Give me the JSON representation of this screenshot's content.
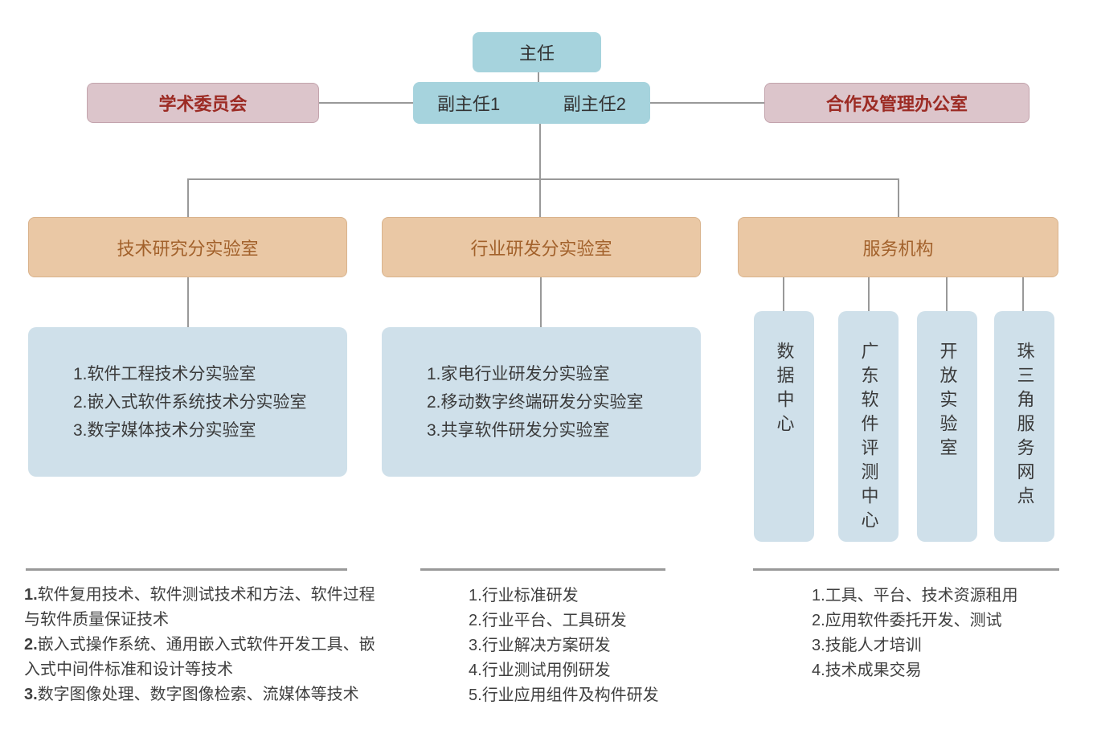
{
  "colors": {
    "header_blue": "#a6d3dd",
    "pink_fill": "#dcc5cb",
    "pink_border": "#c3a4ad",
    "pink_text": "#9c2b24",
    "orange_fill": "#eac8a5",
    "orange_border": "#d9b38c",
    "orange_text": "#a2612b",
    "light_blue_fill": "#cfe0ea",
    "line_gray": "#999999",
    "text_dark": "#3f3f3f"
  },
  "nodes": {
    "director": "主任",
    "deputy_1": "副主任1",
    "deputy_2": "副主任2",
    "academic_committee": "学术委员会",
    "cooperation_office": "合作及管理办公室",
    "tech_lab": "技术研究分实验室",
    "industry_lab": "行业研发分实验室",
    "service_org": "服务机构"
  },
  "tech_sublabs": [
    "1.软件工程技术分实验室",
    "2.嵌入式软件系统技术分实验室",
    "3.数字媒体技术分实验室"
  ],
  "industry_sublabs": [
    "1.家电行业研发分实验室",
    "2.移动数字终端研发分实验室",
    "3.共享软件研发分实验室"
  ],
  "service_units": [
    "数据中心",
    "广东软件评测中心",
    "开放实验室",
    "珠三角服务网点"
  ],
  "footnotes": {
    "tech": [
      {
        "num": "1.",
        "text": "软件复用技术、软件测试技术和方法、软件过程"
      },
      {
        "num": "",
        "text": "与软件质量保证技术"
      },
      {
        "num": "2.",
        "text": "嵌入式操作系统、通用嵌入式软件开发工具、嵌"
      },
      {
        "num": "",
        "text": "入式中间件标准和设计等技术"
      },
      {
        "num": "3.",
        "text": "数字图像处理、数字图像检索、流媒体等技术"
      }
    ],
    "industry": [
      {
        "num": "1.",
        "text": "行业标准研发"
      },
      {
        "num": "2.",
        "text": "行业平台、工具研发"
      },
      {
        "num": "3.",
        "text": "行业解决方案研发"
      },
      {
        "num": "4.",
        "text": "行业测试用例研发"
      },
      {
        "num": "5.",
        "text": "行业应用组件及构件研发"
      }
    ],
    "service": [
      {
        "num": "1.",
        "text": "工具、平台、技术资源租用"
      },
      {
        "num": "2.",
        "text": "应用软件委托开发、测试"
      },
      {
        "num": "3.",
        "text": "技能人才培训"
      },
      {
        "num": "4.",
        "text": "技术成果交易"
      }
    ]
  }
}
